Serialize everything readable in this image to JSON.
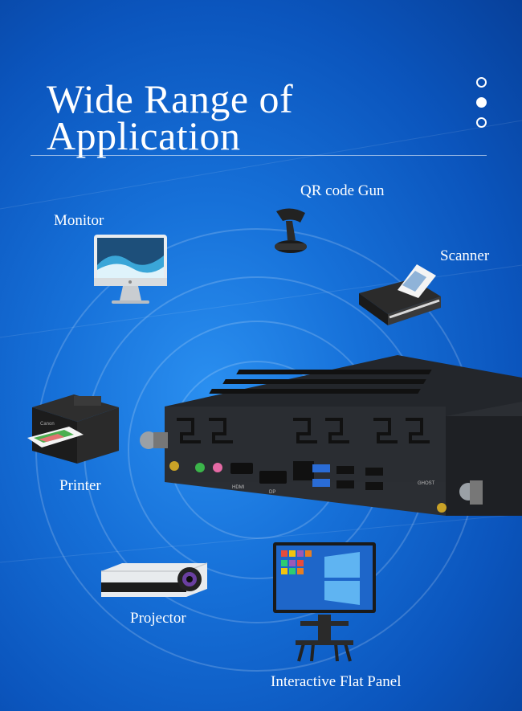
{
  "title": {
    "line1": "Wide Range of",
    "line2": "Application"
  },
  "pagination": {
    "count": 3,
    "active_index": 1
  },
  "labels": {
    "monitor": "Monitor",
    "qr_code_gun": "QR code Gun",
    "scanner": "Scanner",
    "printer": "Printer",
    "projector": "Projector",
    "interactive_flat_panel": "Interactive Flat Panel"
  },
  "pc_port_labels": {
    "hdmi": "HDMI",
    "dp": "DP",
    "ghost": "GHOST"
  },
  "colors": {
    "background": "#1670d8",
    "text": "#ffffff",
    "device_dark": "#1c1f24",
    "usb_blue": "#2a6cd6",
    "audio_green": "#3bb54a",
    "audio_pink": "#e56aa5"
  }
}
